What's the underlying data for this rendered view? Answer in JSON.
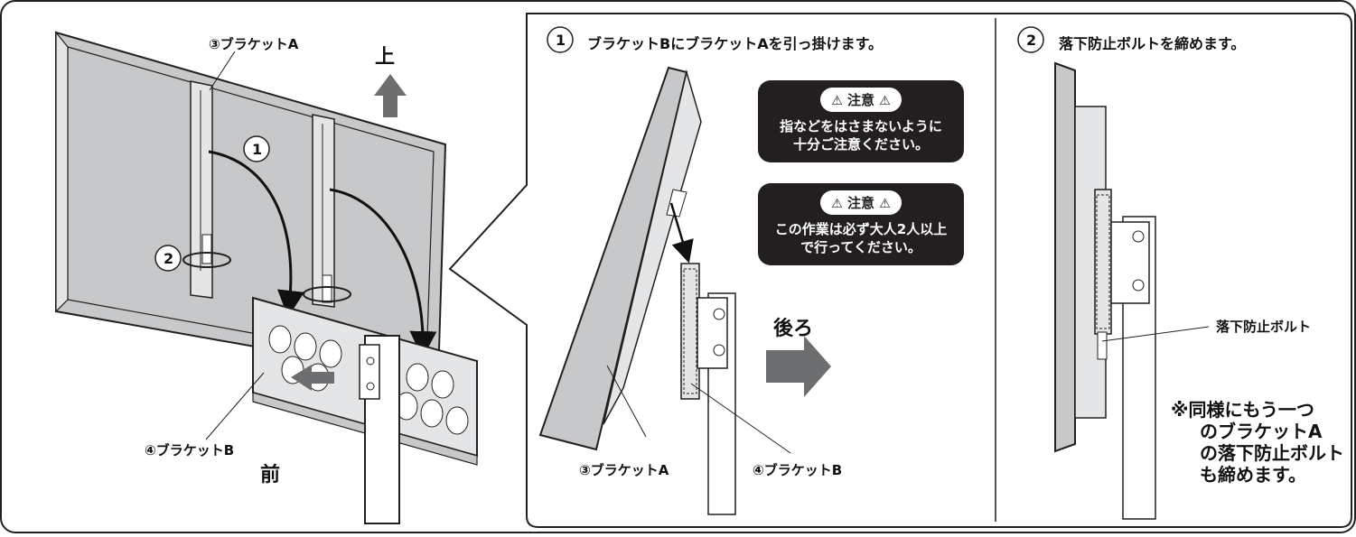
{
  "left_panel": {
    "label_bracket_a": "③ブラケットA",
    "label_bracket_b": "④ブラケットB",
    "label_up": "上",
    "label_front": "前",
    "step1_marker": "1",
    "step2_marker": "2"
  },
  "step1": {
    "number": "1",
    "title": "ブラケットBにブラケットAを引っ掛けます。",
    "label_back": "後ろ",
    "label_bracket_a": "③ブラケットA",
    "label_bracket_b": "④ブラケットB"
  },
  "caution1": {
    "heading": "注意",
    "lines": [
      "指などをはさまないように",
      "十分ご注意ください。"
    ]
  },
  "caution2": {
    "heading": "注意",
    "lines": [
      "この作業は必ず大人2人以上",
      "で行ってください。"
    ]
  },
  "step2": {
    "number": "2",
    "title": "落下防止ボルトを締めます。",
    "label_bolt": "落下防止ボルト",
    "note_lines": [
      "※同様にもう一つ",
      "のブラケットA",
      "の落下防止ボルト",
      "も締めます。"
    ]
  },
  "colors": {
    "panel_gray": "#c6c8ca",
    "arrow_gray": "#6d6e70",
    "dark": "#231f20"
  }
}
